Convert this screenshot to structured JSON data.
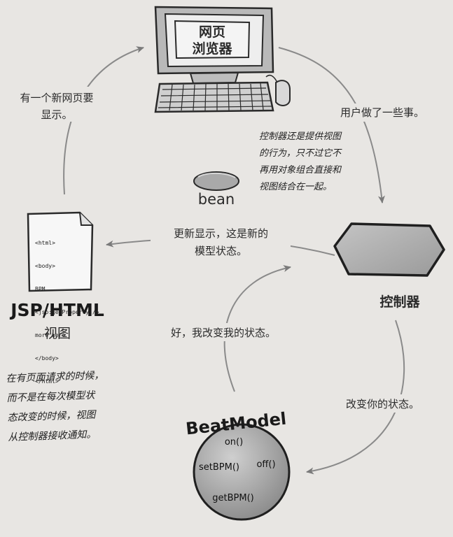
{
  "browser": {
    "screen_line1": "网页",
    "screen_line2": "浏览器"
  },
  "arrows": {
    "new_page": "有一个新网页要\n显示。",
    "user_action": "用户做了一些事。",
    "update_display": "更新显示，这是新的\n模型状态。",
    "ok_changed": "好，我改变我的状态。",
    "change_state": "改变你的状态。"
  },
  "notes": {
    "controller_note": "控制器还是提供视图\n的行为，只不过它不\n再用对象组合直接和\n视图结合在一起。",
    "view_note": "在有页面请求的时候，\n而不是在每次模型状\n态改变的时候，视图\n从控制器接收通知。"
  },
  "bean": {
    "label": "bean"
  },
  "view": {
    "code_lines": [
      "<html>",
      "<body>",
      "BPM",
      "<jsp:getProperty />",
      "more here",
      "</body>",
      "</html>"
    ],
    "title": "JSP/HTML",
    "subtitle": "视图"
  },
  "controller": {
    "label": "控制器"
  },
  "model": {
    "title": "BeatModel",
    "methods": [
      "on()",
      "setBPM()",
      "off()",
      "getBPM()"
    ]
  }
}
